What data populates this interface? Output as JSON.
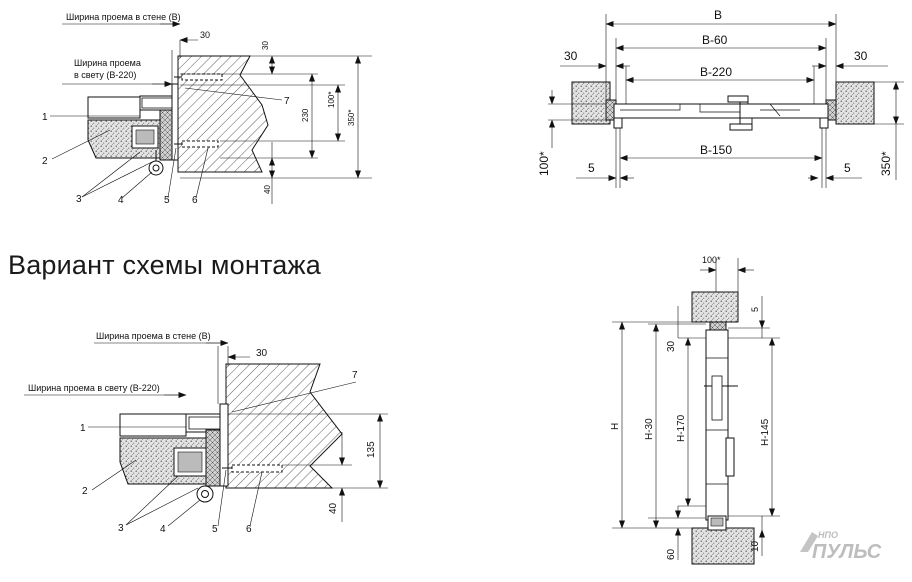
{
  "page_title": "Вариант схемы монтажа",
  "logo": {
    "small": "НПО",
    "big": "ПУЛЬС"
  },
  "diagram1": {
    "label_wall_opening": "Ширина проема в стене (В)",
    "label_clear_opening_line1": "Ширина проема",
    "label_clear_opening_line2": "в свету (В-220)",
    "dim_30_top": "30",
    "dim_30_vert": "30",
    "dim_100": "100*",
    "dim_230": "230",
    "dim_350": "350*",
    "dim_40": "40",
    "callouts": [
      "1",
      "2",
      "3",
      "4",
      "5",
      "6",
      "7"
    ]
  },
  "diagram2": {
    "label_wall_opening": "Ширина проема в стене (В)",
    "label_clear_opening": "Ширина проема в свету (В-220)",
    "dim_30": "30",
    "dim_135": "135",
    "dim_40": "40",
    "callouts": [
      "1",
      "2",
      "3",
      "4",
      "5",
      "6",
      "7"
    ]
  },
  "diagram3": {
    "dim_B": "В",
    "dim_B60": "В-60",
    "dim_B220": "В-220",
    "dim_B150": "В-150",
    "dim_30_left": "30",
    "dim_30_right": "30",
    "dim_5_left": "5",
    "dim_5_right": "5",
    "dim_100": "100*",
    "dim_350": "350*"
  },
  "diagram4": {
    "dim_100": "100*",
    "dim_5": "5",
    "dim_30": "30",
    "dim_H": "Н",
    "dim_H30": "Н-30",
    "dim_H170": "Н-170",
    "dim_H145": "Н-145",
    "dim_60": "60",
    "dim_10": "10"
  }
}
